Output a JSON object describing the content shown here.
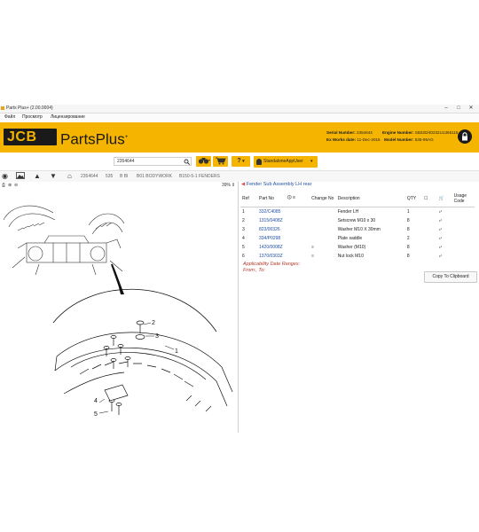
{
  "window": {
    "title": "Parts Plus+ (2.00.0004)",
    "controls": [
      "–",
      "□",
      "✕"
    ]
  },
  "menu": {
    "items": [
      "Файл",
      "Просмотр",
      "Лицензирование"
    ]
  },
  "header": {
    "logo_text": "JCB",
    "app_name": "PartsPlus",
    "app_mark": "+",
    "serial_label": "Serial Number:",
    "serial_value": "2354644",
    "engine_label": "Engine Number:",
    "engine_value": "SB320/40232U1365115",
    "exworks_label": "Ex Works date:",
    "exworks_value": "11-Dec-2015",
    "model_label": "Model Number:",
    "model_value": "535-95AG"
  },
  "toolbar": {
    "search_value": "2354644",
    "user_label": "StandaloneAppUser",
    "help_label": "?"
  },
  "breadcrumb": {
    "items": [
      "2354644",
      "535",
      "B BI",
      "B01 BODYWORK",
      "B150-5-1 FENDERS"
    ]
  },
  "diagram": {
    "zoom": "39%",
    "callouts": [
      "1",
      "2",
      "3",
      "4",
      "5"
    ]
  },
  "parts_panel": {
    "title": "Fender Sub Assembly LH rear",
    "columns": {
      "ref": "Ref",
      "part_no": "Part No",
      "change_no": "Change No",
      "description": "Description",
      "qty": "QTY",
      "usage_code": "Usage Code"
    },
    "rows": [
      {
        "ref": "1",
        "part_no": "332/C4085",
        "change": "",
        "description": "Fender LH",
        "qty": "1"
      },
      {
        "ref": "2",
        "part_no": "1315/0408Z",
        "change": "",
        "description": "Setscrew M10 x 30",
        "qty": "8"
      },
      {
        "ref": "3",
        "part_no": "823/00326",
        "change": "",
        "description": "Washer M10 X 30mm",
        "qty": "8"
      },
      {
        "ref": "4",
        "part_no": "334/P0298",
        "change": "",
        "description": "Plate saddle",
        "qty": "2"
      },
      {
        "ref": "5",
        "part_no": "1420/0008Z",
        "change": "≡",
        "description": "Washer (M10)",
        "qty": "8"
      },
      {
        "ref": "6",
        "part_no": "1370/0303Z",
        "change": "≡",
        "description": "Nut lock M10",
        "qty": "8"
      }
    ],
    "applicability_title": "Applicability Date Ranges:",
    "applicability_range": "From:, To:",
    "copy_button": "Copy To Clipboard"
  },
  "colors": {
    "brand_yellow": "#f5b400",
    "logo_dark": "#1a1a1a",
    "link_blue": "#1f4fa3",
    "alert_red": "#b43a2a"
  }
}
